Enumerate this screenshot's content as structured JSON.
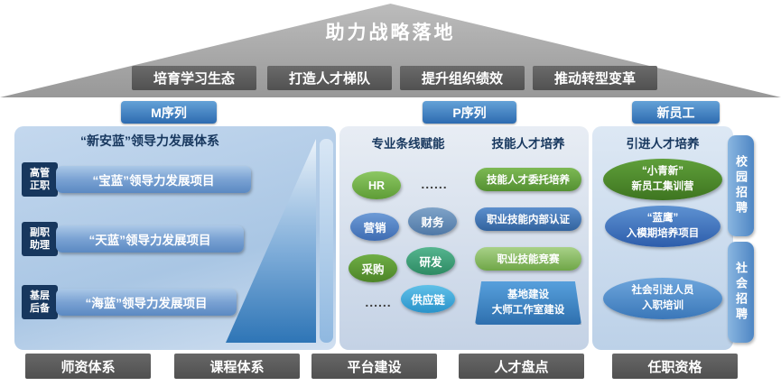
{
  "colors": {
    "roof_gray": "#a9a9a9",
    "bar_gray": "#5a5a5a",
    "header_blue": "#2d6bb0",
    "navy": "#17375e",
    "green": "#70ad47",
    "blue": "#4472c4"
  },
  "roof": {
    "title": "助力战略落地"
  },
  "pillars": [
    {
      "label": "培育学习生态"
    },
    {
      "label": "打造人才梯队"
    },
    {
      "label": "提升组织绩效"
    },
    {
      "label": "推动转型变革"
    }
  ],
  "m_column": {
    "header": "M序列",
    "title": "“新安蓝”领导力发展体系",
    "levels": [
      {
        "grade": "高管\n正职",
        "project": "“宝蓝”领导力发展项目"
      },
      {
        "grade": "副职\n助理",
        "project": "“天蓝”领导力发展项目"
      },
      {
        "grade": "基层\n后备",
        "project": "“海蓝”领导力发展项目"
      }
    ]
  },
  "p_column": {
    "header": "P序列",
    "left_title": "专业条线赋能",
    "right_title": "技能人才培养",
    "functions": [
      {
        "label": "HR"
      },
      {
        "label": "营销"
      },
      {
        "label": "财务"
      },
      {
        "label": "采购"
      },
      {
        "label": "研发"
      },
      {
        "label": "供应链"
      }
    ],
    "ellipsis_top": "......",
    "ellipsis_bottom": "......",
    "programs": [
      {
        "label": "技能人才委托培养"
      },
      {
        "label": "职业技能内部认证"
      },
      {
        "label": "职业技能竞赛"
      },
      {
        "label": "基地建设\n大师工作室建设"
      }
    ]
  },
  "new_column": {
    "header": "新员工",
    "title": "引进人才培养",
    "programs": [
      {
        "label": "“小青新”\n新员工集训营"
      },
      {
        "label": "“蓝鹰”\n入模期培养项目"
      },
      {
        "label": "社会引进人员\n入职培训"
      }
    ],
    "tabs": [
      {
        "label": "校园招聘"
      },
      {
        "label": "社会招聘"
      }
    ]
  },
  "foundation": [
    {
      "label": "师资体系"
    },
    {
      "label": "课程体系"
    },
    {
      "label": "平台建设"
    },
    {
      "label": "人才盘点"
    },
    {
      "label": "任职资格"
    }
  ]
}
